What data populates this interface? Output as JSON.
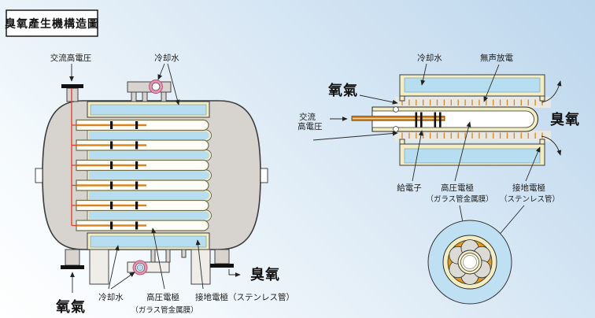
{
  "title": "臭氧產生機構造圖",
  "left_view": {
    "labels": {
      "ac_high_voltage": "交流高電圧",
      "cooling_water_top": "冷却水",
      "oxygen_inlet": "氧氣",
      "cooling_water_bottom": "冷却水",
      "hv_electrode": "高圧電極",
      "hv_electrode_note": "（ガラス管金属膜）",
      "ground_electrode": "接地電極（ステンレス管）",
      "ozone_outlet": "臭氧"
    }
  },
  "right_view": {
    "labels": {
      "cooling_water": "冷却水",
      "silent_discharge": "無声放電",
      "oxygen": "氧氣",
      "ac_line1": "交流",
      "ac_line2": "高電圧",
      "ozone": "臭氧",
      "power_feed": "給電子",
      "hv_electrode": "高圧電極",
      "hv_electrode_note": "（ガラス管金属膜）",
      "ground_electrode": "接地電極",
      "ground_electrode_note": "（ステンレス管）"
    }
  },
  "colors": {
    "background_blue": "#cfe2f2",
    "tank_gray": "#d7d4cf",
    "water_blue": "#b7def0",
    "glass_cream": "#f2edc2",
    "electrode_orange": "#d9821e",
    "hv_line_red": "#e6392b",
    "port_pink": "#e891b1"
  }
}
